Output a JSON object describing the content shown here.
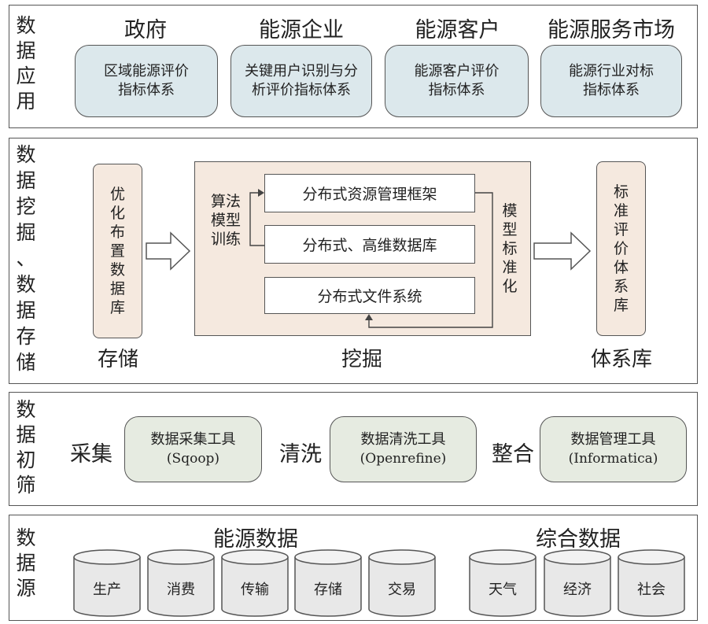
{
  "layers": {
    "application": {
      "label": "数\n据\n应\n用",
      "columns": [
        {
          "head": "政府",
          "box": "区域能源评价\n指标体系"
        },
        {
          "head": "能源企业",
          "box": "关键用户识别与分\n析评价指标体系"
        },
        {
          "head": "能源客户",
          "box": "能源客户评价\n指标体系"
        },
        {
          "head": "能源服务市场",
          "box": "能源行业对标\n指标体系"
        }
      ]
    },
    "mining": {
      "label": "数\n据\n挖\n掘\n、\n数\n据\n存\n储",
      "storage_box": "优\n化\n布\n置\n数\n据\n库",
      "storage_caption": "存储",
      "algo_label": "算法\n模型\n训练",
      "stack": [
        "分布式资源管理框架",
        "分布式、高维数据库",
        "分布式文件系统"
      ],
      "model_label": "模\n型\n标\n准\n化",
      "mining_caption": "挖掘",
      "standard_box": "标\n准\n评\n价\n体\n系\n库",
      "standard_caption": "体系库"
    },
    "screening": {
      "label": "数\n据\n初\n筛",
      "steps": [
        {
          "verb": "采集",
          "tool": "数据采集工具",
          "product": "(Sqoop)"
        },
        {
          "verb": "清洗",
          "tool": "数据清洗工具",
          "product": "(Openrefine)"
        },
        {
          "verb": "整合",
          "tool": "数据管理工具",
          "product": "(Informatica)"
        }
      ]
    },
    "source": {
      "label": "数\n据\n源",
      "energy_head": "能源数据",
      "energy_items": [
        "生产",
        "消费",
        "传输",
        "存储",
        "交易"
      ],
      "general_head": "综合数据",
      "general_items": [
        "天气",
        "经济",
        "社会"
      ]
    }
  },
  "colors": {
    "blue_box": "#dce8ec",
    "green_box": "#e6ebe1",
    "tan_box": "#f5e9df",
    "border": "#555555"
  }
}
